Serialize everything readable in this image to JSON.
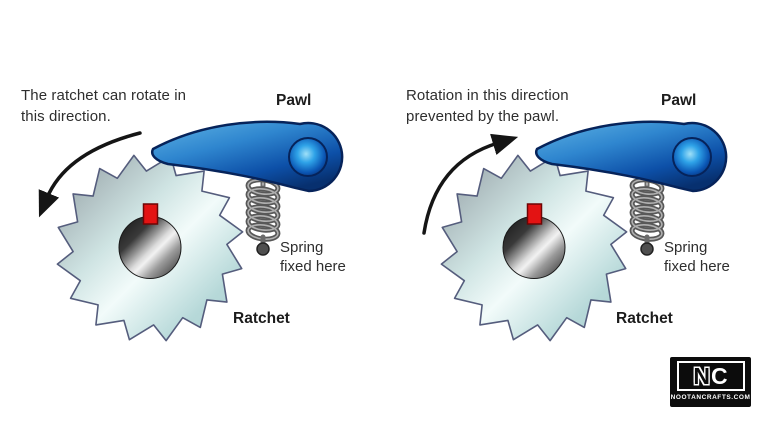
{
  "left_diagram": {
    "caption_line1": "The ratchet can rotate in",
    "caption_line2": "this direction.",
    "pawl_label": "Pawl",
    "spring_label_line1": "Spring",
    "spring_label_line2": "fixed here",
    "ratchet_label": "Ratchet"
  },
  "right_diagram": {
    "caption_line1": "Rotation in this direction",
    "caption_line2": "prevented by the pawl.",
    "pawl_label": "Pawl",
    "spring_label_line1": "Spring",
    "spring_label_line2": "fixed here",
    "ratchet_label": "Ratchet"
  },
  "watermark": {
    "initial_n": "N",
    "initial_c": "C",
    "site_name": "NOOTANCRAFTS.COM"
  },
  "colors": {
    "pawl_blue_light": "#5fb3e4",
    "pawl_blue_dark": "#07306f",
    "pivot_cyan": "#9fe0f8",
    "gear_silver": "#8f999f",
    "gear_teal": "#b7d9d9",
    "gear_outline": "#555d7d",
    "hub_dark": "#161616",
    "keyway_red": "#e31313",
    "spring_gray": "#6b6b6b",
    "arrow_black": "#151515",
    "text_dark": "#2e2e2e",
    "logo_black": "#0c0c0c"
  }
}
